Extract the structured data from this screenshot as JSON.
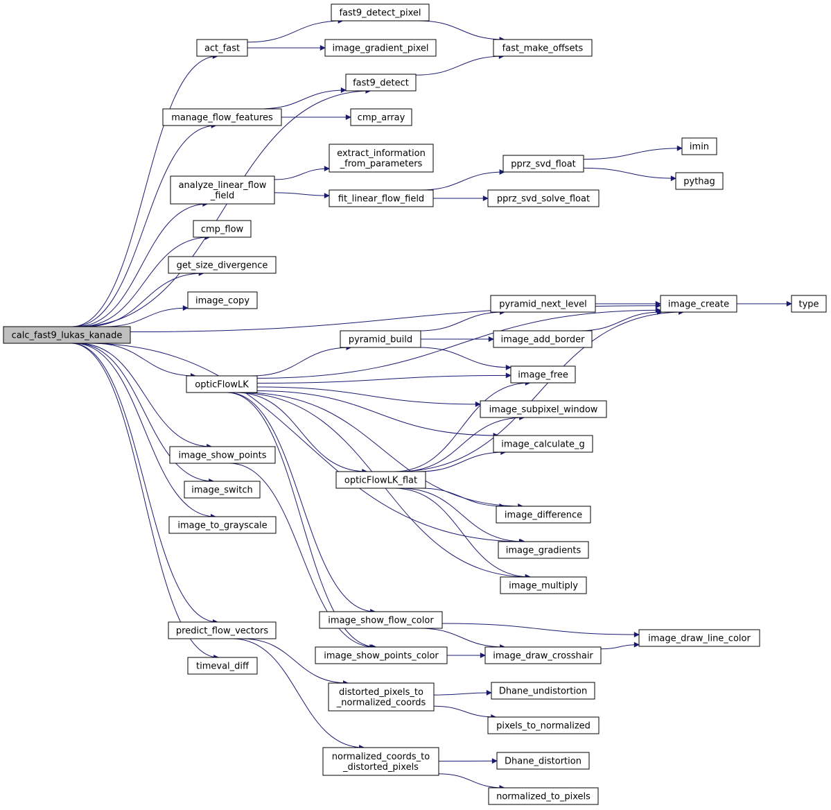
{
  "colors": {
    "edge": "#191970",
    "node_border": "#000000",
    "root_fill": "#bfbfbf",
    "node_fill": "#ffffff",
    "background": "#ffffff"
  },
  "nodes": {
    "calc": [
      "calc_fast9_lukas_kanade"
    ],
    "act_fast": [
      "act_fast"
    ],
    "fast9_detect_pixel": [
      "fast9_detect_pixel"
    ],
    "image_gradient_pixel": [
      "image_gradient_pixel"
    ],
    "fast_make_offsets": [
      "fast_make_offsets"
    ],
    "fast9_detect": [
      "fast9_detect"
    ],
    "manage_flow_features": [
      "manage_flow_features"
    ],
    "cmp_array": [
      "cmp_array"
    ],
    "extract_information": [
      "extract_information",
      "_from_parameters"
    ],
    "analyze_linear_flow": [
      "analyze_linear_flow",
      "_field"
    ],
    "fit_linear_flow_field": [
      "fit_linear_flow_field"
    ],
    "pprz_svd_float": [
      "pprz_svd_float"
    ],
    "pprz_svd_solve_float": [
      "pprz_svd_solve_float"
    ],
    "imin": [
      "imin"
    ],
    "pythag": [
      "pythag"
    ],
    "cmp_flow": [
      "cmp_flow"
    ],
    "get_size_divergence": [
      "get_size_divergence"
    ],
    "image_copy": [
      "image_copy"
    ],
    "pyramid_next_level": [
      "pyramid_next_level"
    ],
    "image_create": [
      "image_create"
    ],
    "type": [
      "type"
    ],
    "pyramid_build": [
      "pyramid_build"
    ],
    "image_add_border": [
      "image_add_border"
    ],
    "opticFlowLK": [
      "opticFlowLK"
    ],
    "image_free": [
      "image_free"
    ],
    "image_subpixel_window": [
      "image_subpixel_window"
    ],
    "image_calculate_g": [
      "image_calculate_g"
    ],
    "image_show_points": [
      "image_show_points"
    ],
    "opticFlowLK_flat": [
      "opticFlowLK_flat"
    ],
    "image_switch": [
      "image_switch"
    ],
    "image_difference": [
      "image_difference"
    ],
    "image_to_grayscale": [
      "image_to_grayscale"
    ],
    "image_gradients": [
      "image_gradients"
    ],
    "image_multiply": [
      "image_multiply"
    ],
    "image_show_flow_color": [
      "image_show_flow_color"
    ],
    "image_draw_line_color": [
      "image_draw_line_color"
    ],
    "predict_flow_vectors": [
      "predict_flow_vectors"
    ],
    "image_show_points_color": [
      "image_show_points_color"
    ],
    "image_draw_crosshair": [
      "image_draw_crosshair"
    ],
    "timeval_diff": [
      "timeval_diff"
    ],
    "distorted_pixels_to": [
      "distorted_pixels_to",
      "_normalized_coords"
    ],
    "Dhane_undistortion": [
      "Dhane_undistortion"
    ],
    "pixels_to_normalized": [
      "pixels_to_normalized"
    ],
    "normalized_coords_to": [
      "normalized_coords_to",
      "_distorted_pixels"
    ],
    "Dhane_distortion": [
      "Dhane_distortion"
    ],
    "normalized_to_pixels": [
      "normalized_to_pixels"
    ]
  },
  "edges": [
    [
      "calc",
      "act_fast"
    ],
    [
      "calc",
      "fast9_detect"
    ],
    [
      "calc",
      "manage_flow_features"
    ],
    [
      "calc",
      "analyze_linear_flow"
    ],
    [
      "calc",
      "cmp_flow"
    ],
    [
      "calc",
      "get_size_divergence"
    ],
    [
      "calc",
      "image_copy"
    ],
    [
      "calc",
      "image_create"
    ],
    [
      "calc",
      "opticFlowLK"
    ],
    [
      "calc",
      "image_show_points"
    ],
    [
      "calc",
      "image_switch"
    ],
    [
      "calc",
      "image_to_grayscale"
    ],
    [
      "calc",
      "image_gradients"
    ],
    [
      "calc",
      "predict_flow_vectors"
    ],
    [
      "calc",
      "timeval_diff"
    ],
    [
      "act_fast",
      "fast9_detect_pixel"
    ],
    [
      "act_fast",
      "image_gradient_pixel"
    ],
    [
      "fast9_detect_pixel",
      "fast_make_offsets"
    ],
    [
      "fast9_detect",
      "fast_make_offsets"
    ],
    [
      "manage_flow_features",
      "fast9_detect"
    ],
    [
      "manage_flow_features",
      "cmp_array"
    ],
    [
      "analyze_linear_flow",
      "extract_information"
    ],
    [
      "analyze_linear_flow",
      "fit_linear_flow_field"
    ],
    [
      "fit_linear_flow_field",
      "pprz_svd_float"
    ],
    [
      "fit_linear_flow_field",
      "pprz_svd_solve_float"
    ],
    [
      "pprz_svd_float",
      "imin"
    ],
    [
      "pprz_svd_float",
      "pythag"
    ],
    [
      "image_create",
      "type"
    ],
    [
      "pyramid_next_level",
      "image_create"
    ],
    [
      "image_add_border",
      "image_create"
    ],
    [
      "pyramid_build",
      "pyramid_next_level"
    ],
    [
      "pyramid_build",
      "image_add_border"
    ],
    [
      "pyramid_build",
      "image_free"
    ],
    [
      "opticFlowLK",
      "image_create"
    ],
    [
      "opticFlowLK",
      "pyramid_build"
    ],
    [
      "opticFlowLK",
      "image_free"
    ],
    [
      "opticFlowLK",
      "image_subpixel_window"
    ],
    [
      "opticFlowLK",
      "image_calculate_g"
    ],
    [
      "opticFlowLK",
      "opticFlowLK_flat"
    ],
    [
      "opticFlowLK",
      "image_difference"
    ],
    [
      "opticFlowLK",
      "image_multiply"
    ],
    [
      "opticFlowLK",
      "image_show_flow_color"
    ],
    [
      "opticFlowLK",
      "image_show_points_color"
    ],
    [
      "image_show_points",
      "image_show_points_color"
    ],
    [
      "opticFlowLK_flat",
      "image_create"
    ],
    [
      "opticFlowLK_flat",
      "image_free"
    ],
    [
      "opticFlowLK_flat",
      "image_subpixel_window"
    ],
    [
      "opticFlowLK_flat",
      "image_calculate_g"
    ],
    [
      "opticFlowLK_flat",
      "image_difference"
    ],
    [
      "opticFlowLK_flat",
      "image_gradients"
    ],
    [
      "opticFlowLK_flat",
      "image_multiply"
    ],
    [
      "image_show_flow_color",
      "image_draw_line_color"
    ],
    [
      "image_show_flow_color",
      "image_draw_crosshair"
    ],
    [
      "image_show_points_color",
      "image_draw_crosshair"
    ],
    [
      "image_draw_crosshair",
      "image_draw_line_color"
    ],
    [
      "predict_flow_vectors",
      "distorted_pixels_to"
    ],
    [
      "predict_flow_vectors",
      "normalized_coords_to"
    ],
    [
      "distorted_pixels_to",
      "Dhane_undistortion"
    ],
    [
      "distorted_pixels_to",
      "pixels_to_normalized"
    ],
    [
      "normalized_coords_to",
      "Dhane_distortion"
    ],
    [
      "normalized_coords_to",
      "normalized_to_pixels"
    ]
  ]
}
